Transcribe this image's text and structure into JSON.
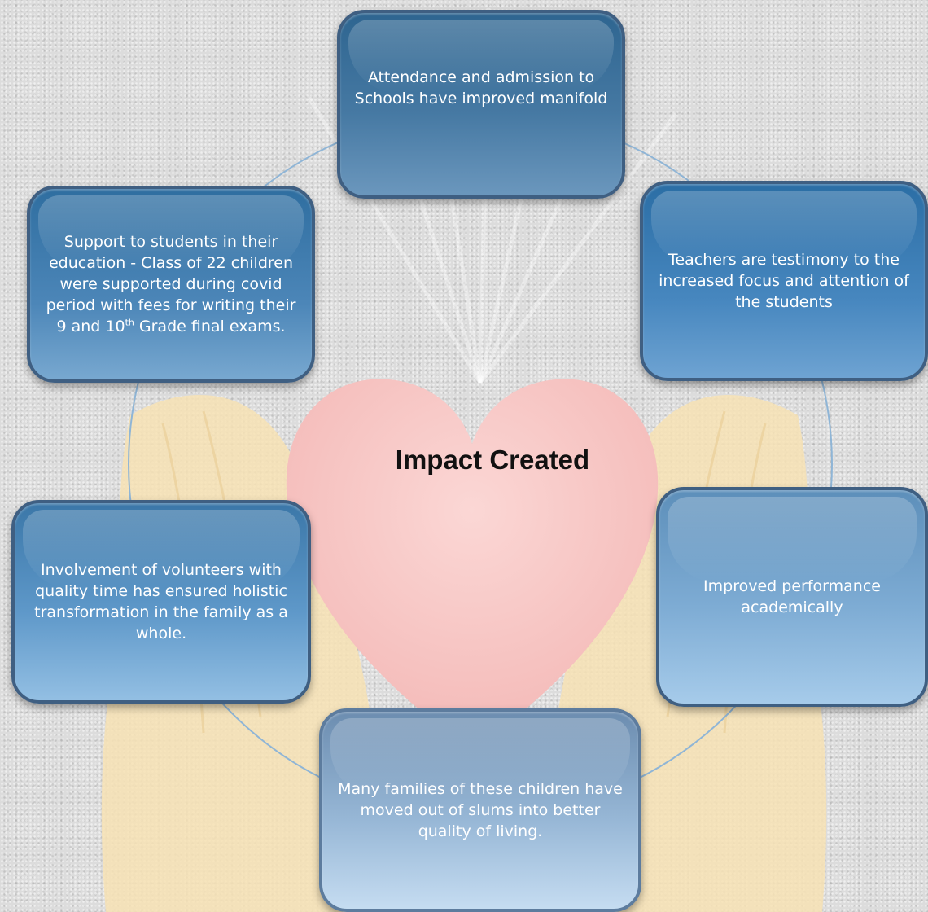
{
  "diagram": {
    "center_title": "Impact Created",
    "items": {
      "top": {
        "text": "Attendance and admission to Schools have improved manifold"
      },
      "right_upper": {
        "text": "Teachers are testimony to the increased focus and attention of the students"
      },
      "right_lower": {
        "text": "Improved performance academically"
      },
      "bottom": {
        "text": "Many families of these children have moved out of slums into better quality of living."
      },
      "left_lower": {
        "text": "Involvement of volunteers with quality time has ensured holistic transformation in the family as a whole."
      },
      "left_upper": {
        "text_before": "Support to students in their education - Class of 22 children were supported during covid period with fees for writing their 9 and 10",
        "superscript": "th",
        "text_after": " Grade final exams."
      }
    }
  },
  "colors": {
    "box_border": "#3f5f82",
    "heart": "#f6c3c1",
    "hands": "#f7e2b4",
    "cycle_line": "#8fb5d6"
  }
}
